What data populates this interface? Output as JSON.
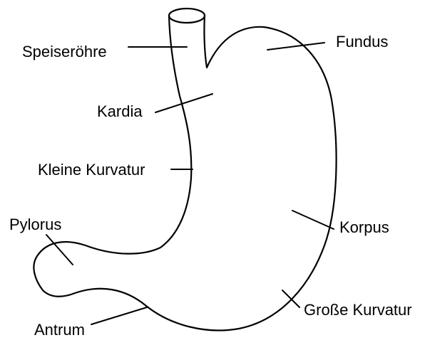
{
  "diagram": {
    "labels": {
      "speiseroehre": "Speiseröhre",
      "fundus": "Fundus",
      "kardia": "Kardia",
      "kleine_kurvatur": "Kleine Kurvatur",
      "korpus": "Korpus",
      "pylorus": "Pylorus",
      "antrum": "Antrum",
      "grosse_kurvatur": "Große Kurvatur"
    },
    "colors": {
      "stroke": "#000000",
      "background": "#ffffff"
    }
  }
}
